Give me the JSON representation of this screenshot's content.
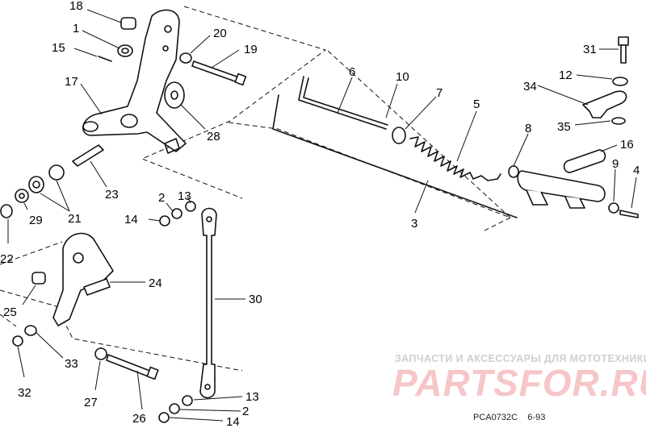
{
  "diagram": {
    "callouts": [
      "18",
      "1",
      "15",
      "17",
      "20",
      "19",
      "28",
      "23",
      "21",
      "22",
      "29",
      "2",
      "13",
      "14",
      "24",
      "25",
      "33",
      "32",
      "27",
      "26",
      "30",
      "2",
      "13",
      "14",
      "6",
      "10",
      "7",
      "5",
      "8",
      "3",
      "16",
      "9",
      "4",
      "31",
      "12",
      "34",
      "35"
    ],
    "drawing_code": "PCA0732C",
    "drawing_date": "6-93"
  },
  "watermark": {
    "tagline": "ЗАПЧАСТИ И АКСЕССУАРЫ ДЛЯ МОТОТЕХНИКИ",
    "logo": "PARTSFOR.RU"
  }
}
